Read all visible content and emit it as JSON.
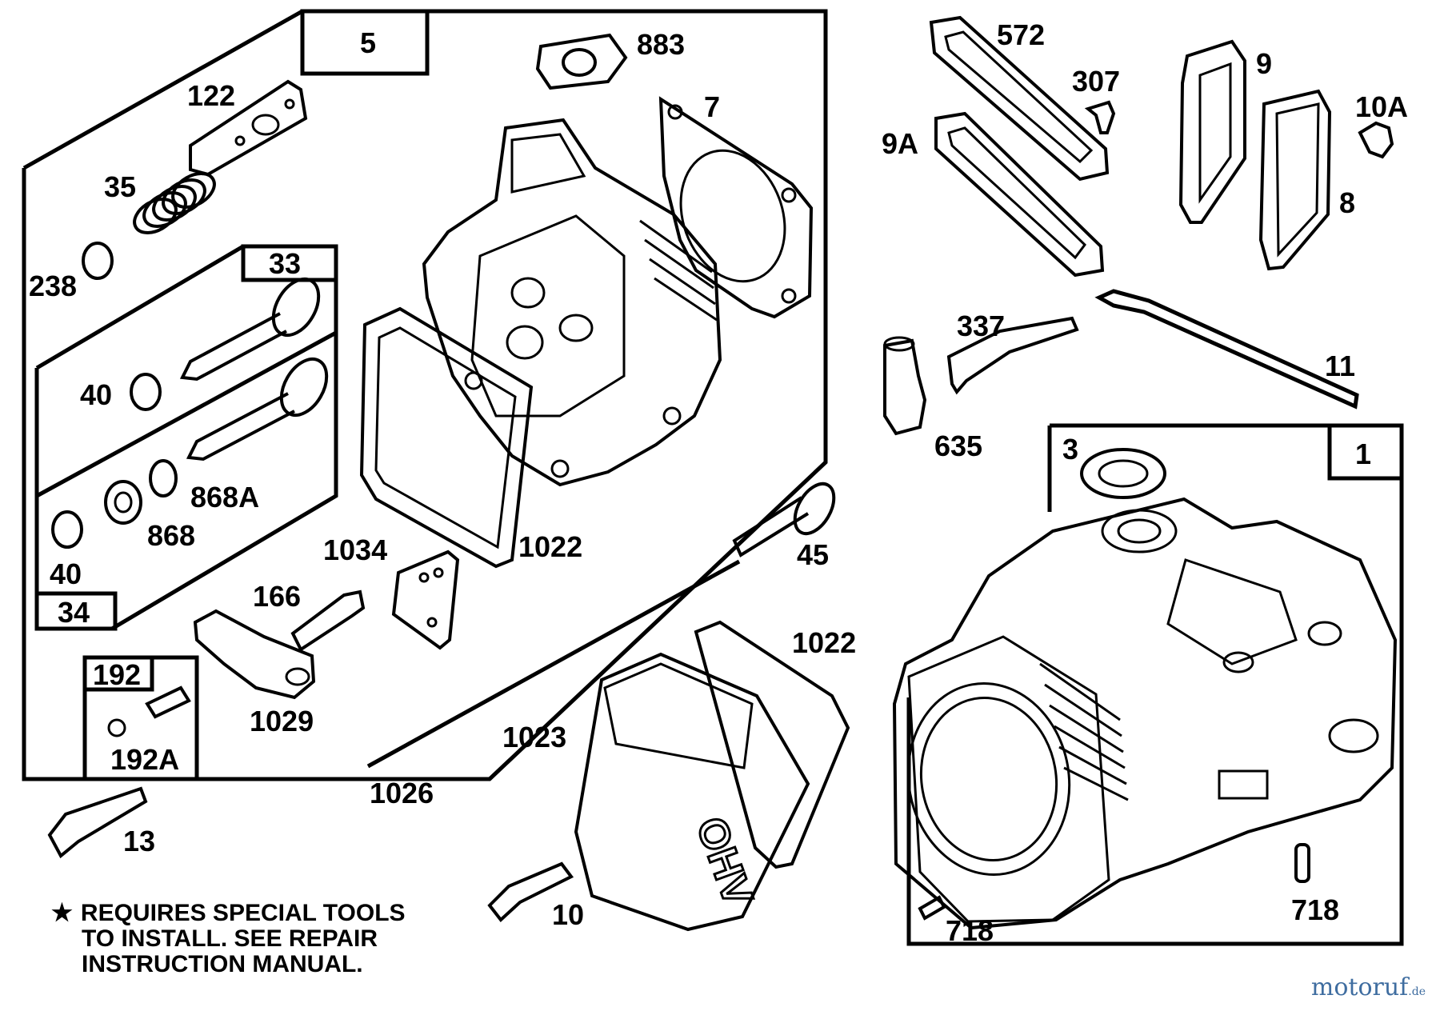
{
  "labels": {
    "box_5": "5",
    "box_33": "33",
    "box_34": "34",
    "box_192": "192",
    "box_1": "1",
    "p883": "883",
    "p7": "7",
    "p122": "122",
    "p35": "35",
    "p238": "238",
    "p40a": "40",
    "p868a": "868A",
    "p868": "868",
    "p40b": "40",
    "p1022a": "1022",
    "p1034": "1034",
    "p166": "166",
    "p1029": "1029",
    "p192a": "192A",
    "p45": "45",
    "p13": "13",
    "p1026": "1026",
    "p1023": "1023",
    "p1022b": "1022",
    "p10": "10",
    "p572": "572",
    "p307": "307",
    "p9": "9",
    "p10a": "10A",
    "p9a": "9A",
    "p8": "8",
    "p337": "337",
    "p11": "11",
    "p635": "635",
    "p3": "3",
    "p718a": "718",
    "p718b": "718"
  },
  "note": {
    "line1": "REQUIRES SPECIAL TOOLS",
    "line2": "TO INSTALL.  SEE REPAIR",
    "line3": "INSTRUCTION MANUAL."
  },
  "watermark": {
    "text": "motoruf",
    "suffix": ".de"
  },
  "cover_text": "OHV"
}
